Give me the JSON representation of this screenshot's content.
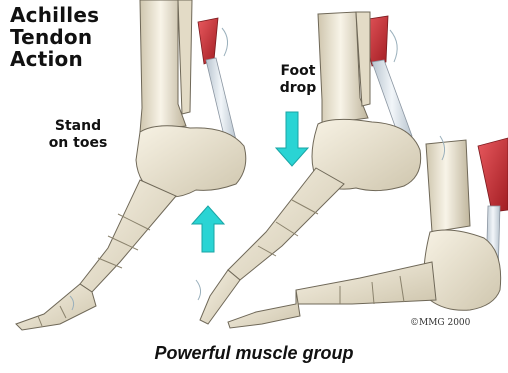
{
  "title": "Achilles\nTendon\nAction",
  "labels": {
    "stand_on_toes": "Stand\non toes",
    "foot_drop": "Foot\ndrop"
  },
  "copyright": "©MMG 2000",
  "caption": "Powerful muscle group",
  "colors": {
    "bone": "#efe8d6",
    "bone_shadow": "#b9b09a",
    "bone_outline": "#6f6858",
    "tendon": "#dfe7ee",
    "muscle": "#c0272d",
    "arrow": "#2ad4d4"
  }
}
